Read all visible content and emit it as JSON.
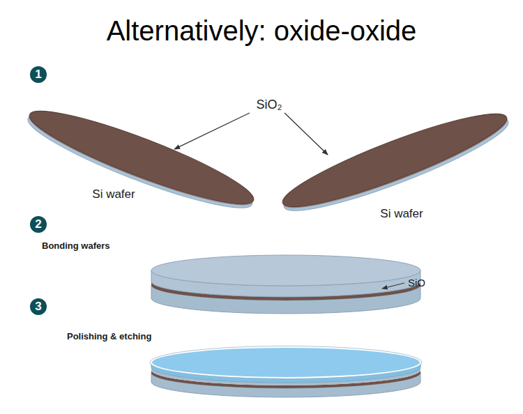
{
  "diagram": {
    "title": "Alternatively: oxide-oxide",
    "labels": [
      "1",
      "SiO₂",
      "Si wafer",
      "Si wafer",
      "2",
      "Bonding wafers",
      "SiO",
      "3",
      "Polishing & etching"
    ]
  }
}
